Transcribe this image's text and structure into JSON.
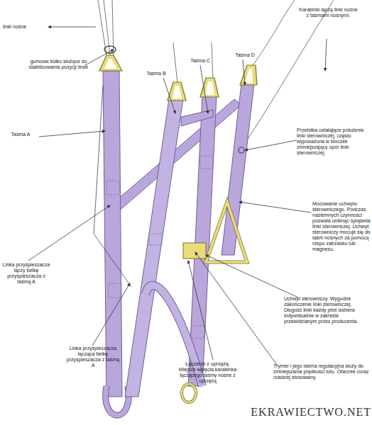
{
  "diagram": {
    "labels": [
      "linki nośne",
      "Karabinki łączą linki nośne z taśmami nośnymi.",
      "gumowe kółko służące do stabilizowania pozycji linek",
      "Taśma C",
      "Taśma D",
      "Taśma B",
      "Taśma A",
      "Przelotka ustalające położenie linki sterowniczej, często wyposażona w bloczek zmniejszający opór linki sterowniczej.",
      "Mocowanie uchwytu sterowniczego. Podczas naziemnych czynności pozwala uniknąć splątania linki sterowniczej. Uchwyt sterowniczy mocuje się do taśm nośnych za pomocą rzepu zatrzasku lub magnesu.",
      "Linka przyspieszacza łączy belkę przyspieszacza z taśmą A",
      "Uchwyt sterowniczy. Wygodne zakończenie linki sterowniczej. Długość linki każdy pilot dobiera indywidualnie w zakresie przewidzianym przez producenta.",
      "Łączenie z uprzężą. Miejsce wpięcia karabinka łączącego taśmy nośne z uprzężą",
      "Linka przyspieszacza łącząca belkę przyspieszacza z taśmą A",
      "Trymer i jego taśma regulacyjna służy do zmniejszania prędkości lotu. Obecnie coraz rzadziej stosowany.",
      "EKRAWIECTWO.NET"
    ]
  }
}
